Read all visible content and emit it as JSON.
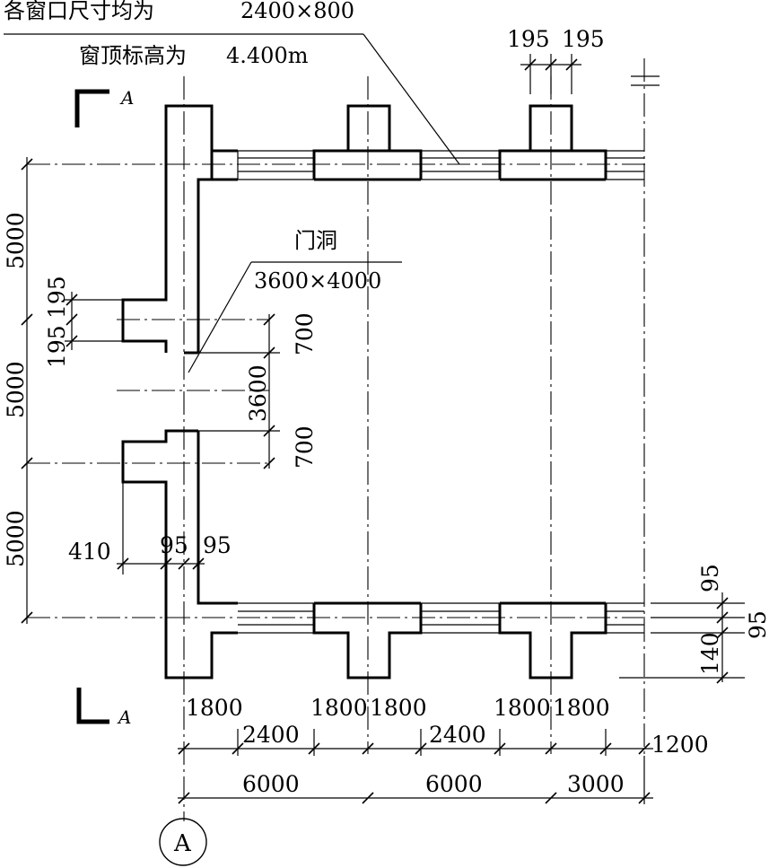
{
  "notes": {
    "window_size_prefix": "各窗口尺寸均为",
    "window_size_value": "2400×800",
    "window_top_prefix": "窗顶标高为",
    "window_top_value": "4.400m",
    "door_label": "门洞",
    "door_size": "3600×4000"
  },
  "section_marks": {
    "top": "A",
    "bottom": "A"
  },
  "axis_label": "A",
  "dimensions": {
    "top_195_left": "195",
    "top_195_right": "195",
    "left_5000_top": "5000",
    "left_5000_mid": "5000",
    "left_5000_bot": "5000",
    "left_195_a": "195",
    "left_195_b": "195",
    "right_700_top": "700",
    "right_3600": "3600",
    "right_700_bot": "700",
    "pil_410": "410",
    "pil_95_a": "95",
    "pil_95_b": "95",
    "right_95_a": "95",
    "right_95_b": "95",
    "right_140": "140",
    "row1": [
      "1800",
      "1800",
      "1800",
      "1800",
      "1800"
    ],
    "row2": [
      "2400",
      "2400"
    ],
    "row2_end": "1200",
    "row3": [
      "6000",
      "6000",
      "3000"
    ]
  }
}
